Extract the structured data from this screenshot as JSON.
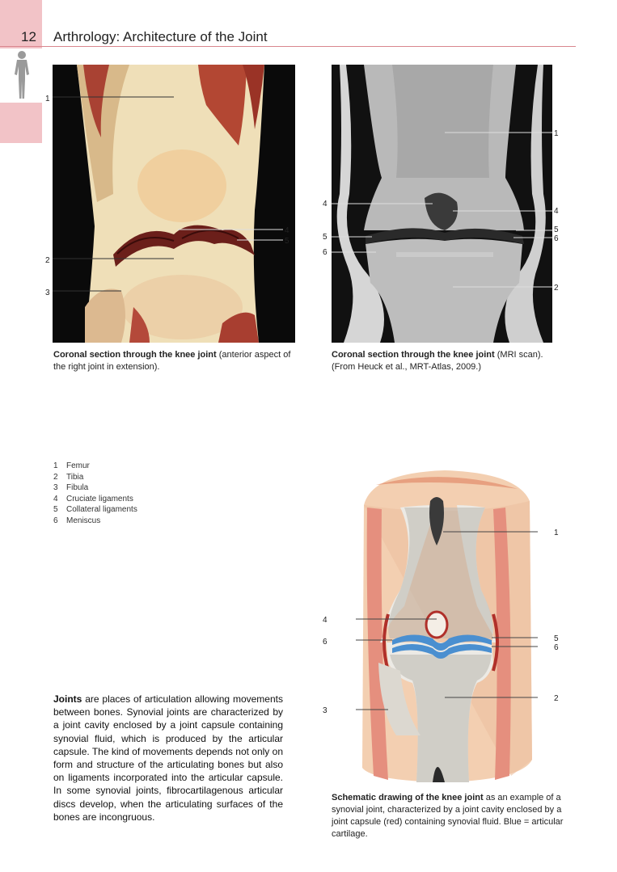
{
  "header": {
    "page_number": "12",
    "title": "Arthrology: Architecture of the Joint"
  },
  "figure_left": {
    "caption_bold": "Coronal section through the knee joint",
    "caption_rest": " (anterior aspect of the right joint in extension).",
    "labels": [
      "1",
      "2",
      "3",
      "4",
      "5"
    ]
  },
  "figure_right": {
    "caption_bold": "Coronal section through the knee joint",
    "caption_rest": " (MRI scan). (From Heuck et al., MRT-Atlas, 2009.)",
    "labels": [
      "1",
      "2",
      "4",
      "4",
      "5",
      "5",
      "6",
      "6"
    ]
  },
  "legend": [
    {
      "num": "1",
      "text": "Femur"
    },
    {
      "num": "2",
      "text": "Tibia"
    },
    {
      "num": "3",
      "text": "Fibula"
    },
    {
      "num": "4",
      "text": "Cruciate ligaments"
    },
    {
      "num": "5",
      "text": "Collateral ligaments"
    },
    {
      "num": "6",
      "text": "Meniscus"
    }
  ],
  "body": {
    "lead": "Joints",
    "text": " are places of articulation allowing movements between bones. Synovial joints are characterized by a joint cavity enclosed by a joint capsule containing synovial fluid, which is produced by the articular capsule. The kind of movements depends not only on form and structure of the articulating bones but also on ligaments incorporated into the articular capsule. In some synovial joints, fibrocartilagenous articular discs develop, when the articulating surfaces of the bones are incongruous."
  },
  "figure_schematic": {
    "caption_bold": "Schematic drawing of the knee joint",
    "caption_rest": " as an example of a synovial joint, characterized by a joint cavity enclosed by a joint capsule (red) containing synovial fluid. Blue = articular cartilage.",
    "labels": [
      "1",
      "2",
      "3",
      "4",
      "5",
      "6",
      "6"
    ]
  },
  "colors": {
    "accent_pink": "#f2c3c7",
    "header_rule": "#d9868e",
    "capsule_red": "#b0302a",
    "cartilage_blue": "#4a8fd0"
  }
}
